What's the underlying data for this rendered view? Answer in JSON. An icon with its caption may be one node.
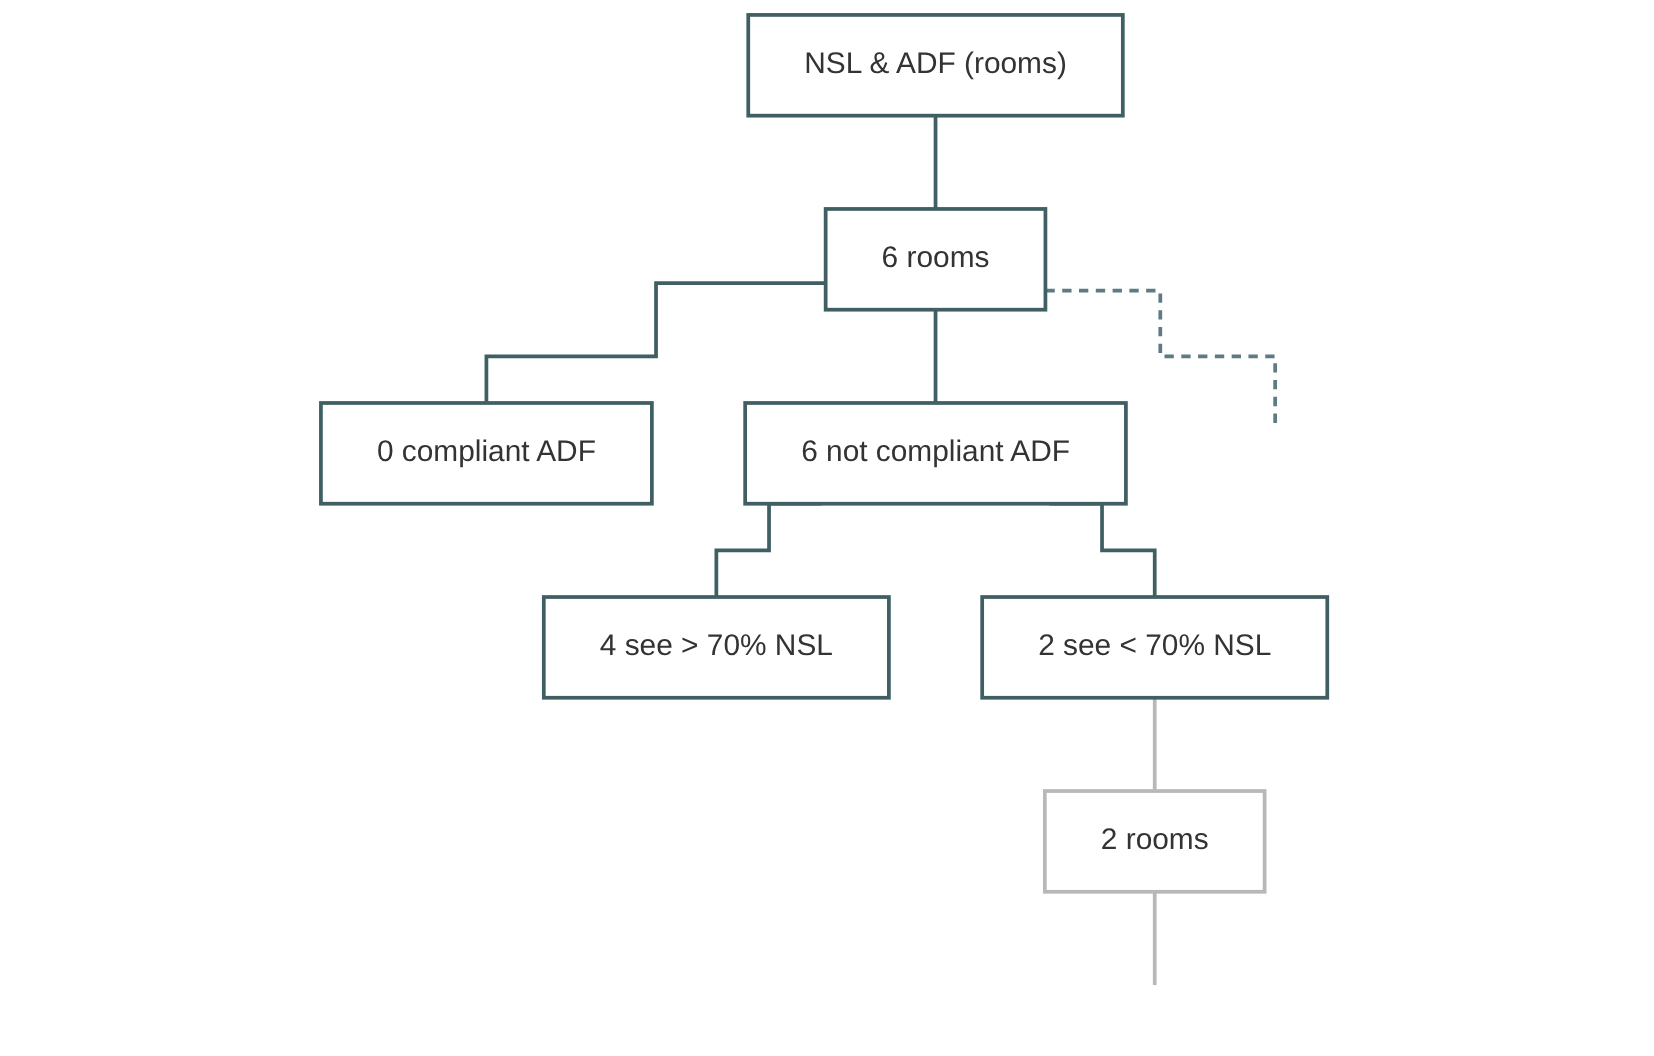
{
  "diagram": {
    "nodes": [
      {
        "text": [
          "NSL & ADF (rooms)"
        ]
      },
      {
        "text": [
          "6 rooms"
        ]
      },
      {
        "text": [
          "0 compliant ADF"
        ]
      },
      {
        "text": [
          "6 not compliant ADF"
        ]
      },
      {
        "text": [
          "4 see > 70% NSL"
        ]
      },
      {
        "text": [
          "2 see < 70% NSL"
        ]
      },
      {
        "text": [
          "2 rooms"
        ]
      }
    ],
    "edges": [
      {
        "from": 0,
        "to": 1,
        "arrow": "none"
      },
      {
        "from": 1,
        "to": null,
        "arrow": "none",
        "style": "dashed",
        "color": "#5e7a85"
      },
      {
        "from": 1,
        "to": 2,
        "arrow": "none"
      },
      {
        "from": 1,
        "to": 3,
        "arrow": "none"
      },
      {
        "from": 3,
        "to": 4,
        "arrow": "none"
      },
      {
        "from": 3,
        "to": 5,
        "arrow": "none"
      },
      {
        "from": 5,
        "to": 6,
        "arrow": "none",
        "color": "#b8b8b8"
      },
      {
        "from": 6,
        "to": null,
        "arrow": "none",
        "color": "#b8b8b8"
      }
    ]
  }
}
